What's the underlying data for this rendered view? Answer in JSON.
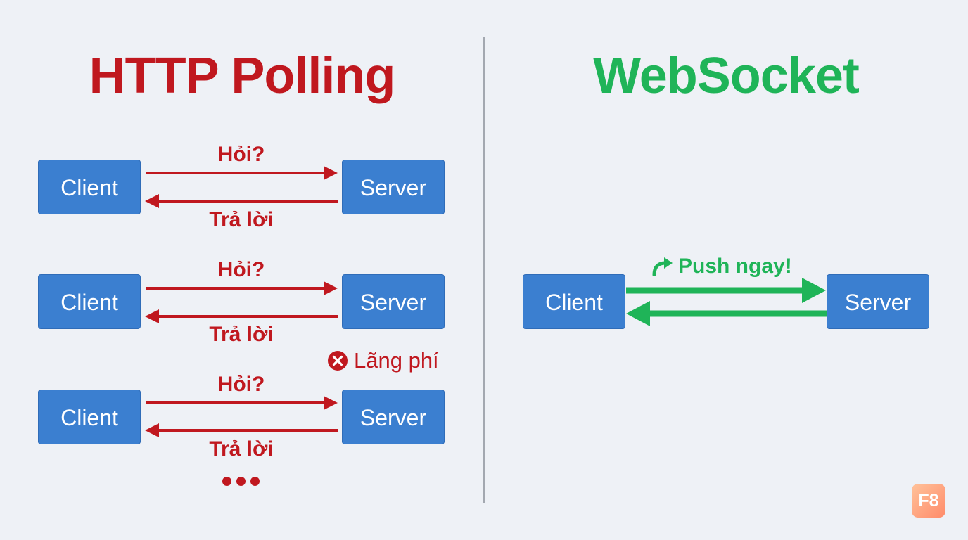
{
  "left_panel": {
    "title": "HTTP Polling",
    "exchanges": [
      {
        "client": "Client",
        "server": "Server",
        "request": "Hỏi?",
        "response": "Trả lời"
      },
      {
        "client": "Client",
        "server": "Server",
        "request": "Hỏi?",
        "response": "Trả lời"
      },
      {
        "client": "Client",
        "server": "Server",
        "request": "Hỏi?",
        "response": "Trả lời"
      }
    ],
    "waste_label": "Lãng phí",
    "waste_icon": "x-circle-icon",
    "continuation": "ellipsis-dots",
    "accent_color": "#c0181f"
  },
  "right_panel": {
    "title": "WebSocket",
    "client": "Client",
    "server": "Server",
    "push_label": "Push ngay!",
    "push_icon": "curved-arrow-icon",
    "accent_color": "#1fb458"
  },
  "node_color": "#3b7fd0",
  "logo": {
    "text": "F8"
  }
}
